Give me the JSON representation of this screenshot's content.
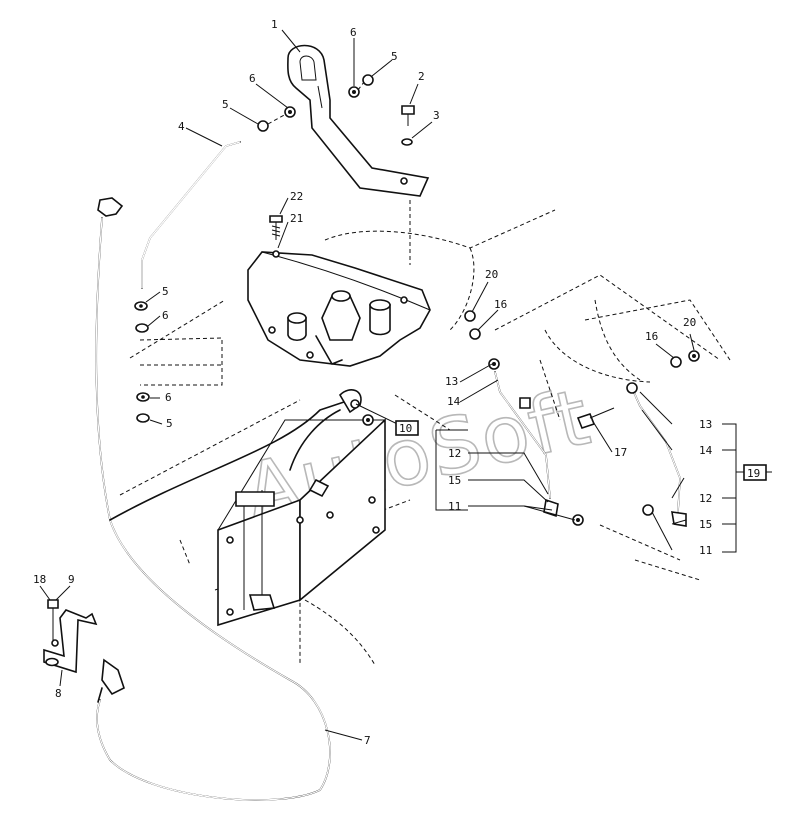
{
  "watermark": "AutoSoft",
  "callouts": {
    "c1": "1",
    "c2": "2",
    "c3": "3",
    "c4": "4",
    "c5a": "5",
    "c5b": "5",
    "c5c": "5",
    "c5d": "5",
    "c6a": "6",
    "c6b": "6",
    "c6c": "6",
    "c6d": "6",
    "c7": "7",
    "c8": "8",
    "c9": "9",
    "c10": "10",
    "c11a": "11",
    "c11b": "11",
    "c12a": "12",
    "c12b": "12",
    "c13a": "13",
    "c13b": "13",
    "c14a": "14",
    "c14b": "14",
    "c15a": "15",
    "c15b": "15",
    "c16a": "16",
    "c16b": "16",
    "c17": "17",
    "c18": "18",
    "c19": "19",
    "c20a": "20",
    "c20b": "20",
    "c21": "21",
    "c22": "22"
  }
}
